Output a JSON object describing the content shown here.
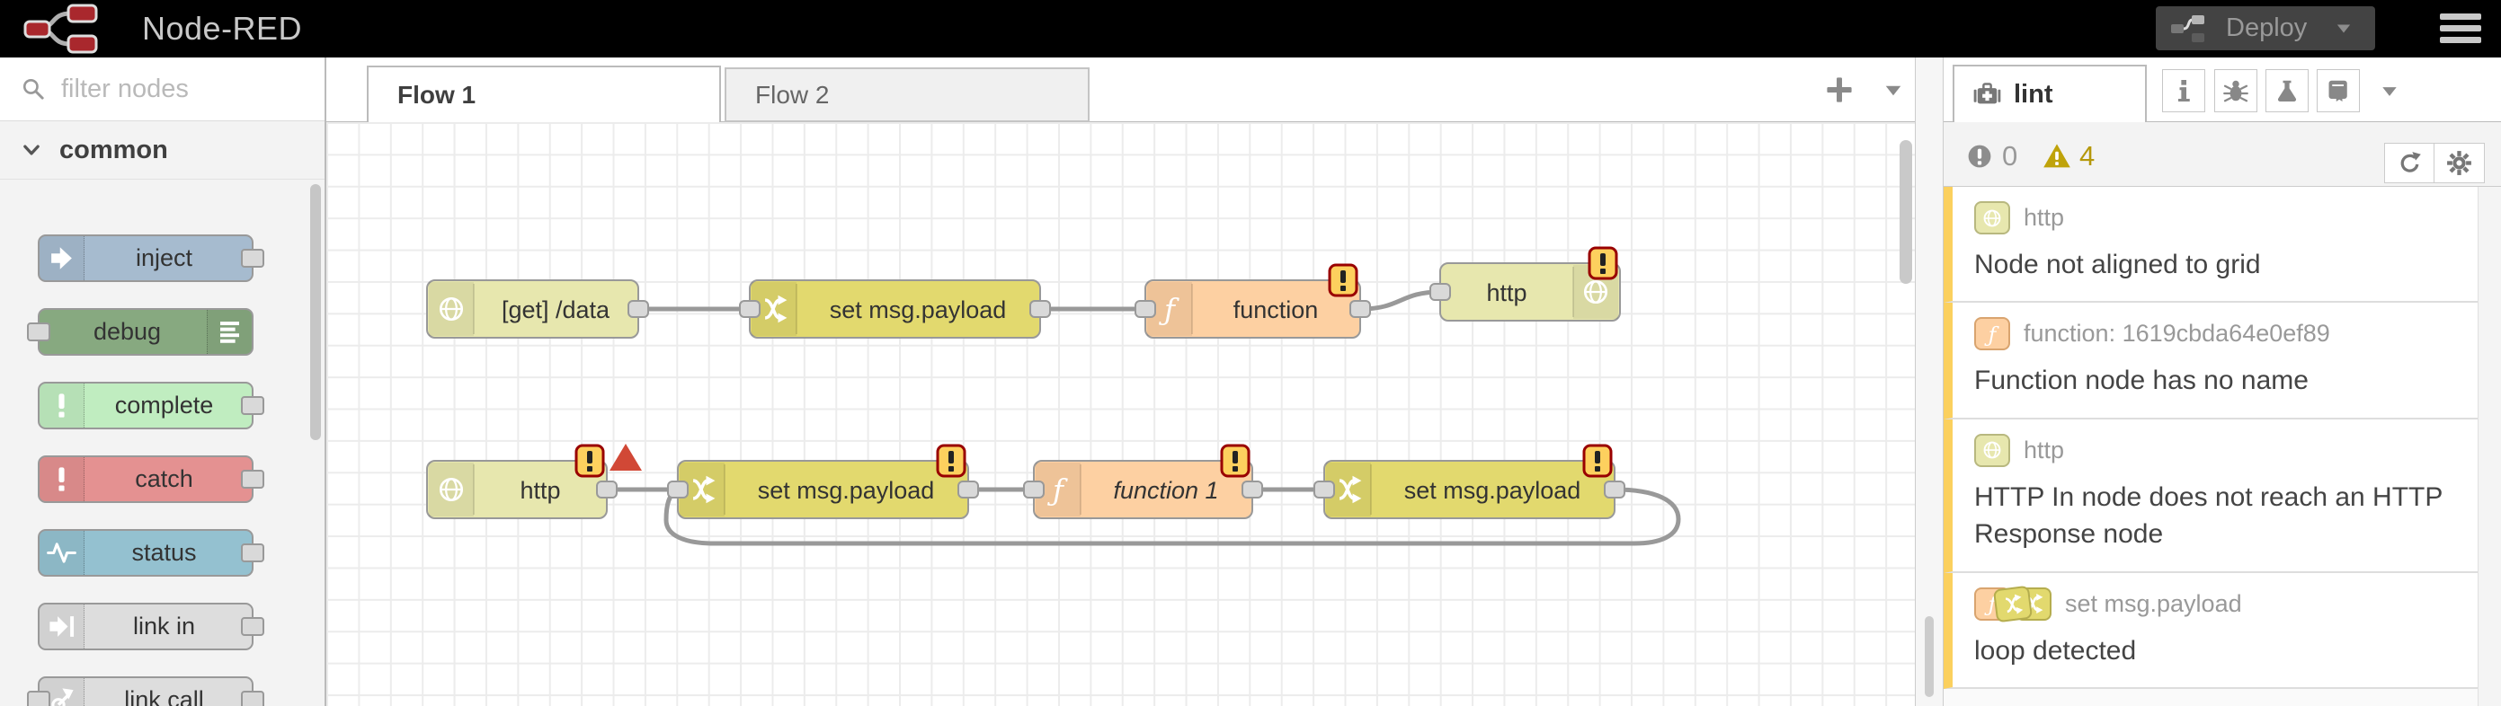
{
  "header": {
    "title": "Node-RED",
    "deploy": {
      "label": "Deploy"
    }
  },
  "palette": {
    "search_placeholder": "filter nodes",
    "category_label": "common",
    "nodes": [
      {
        "label": "inject",
        "color": "#a6bbcf"
      },
      {
        "label": "debug",
        "color": "#87a980"
      },
      {
        "label": "complete",
        "color": "#c0edc0"
      },
      {
        "label": "catch",
        "color": "#e49191"
      },
      {
        "label": "status",
        "color": "#94c1d0"
      },
      {
        "label": "link in",
        "color": "#dddddd"
      },
      {
        "label": "link call",
        "color": "#dddddd"
      }
    ]
  },
  "workspace": {
    "tabs": [
      {
        "label": "Flow 1",
        "active": true
      },
      {
        "label": "Flow 2",
        "active": false
      }
    ]
  },
  "flow": {
    "nodes": [
      {
        "label": "[get] /data",
        "type": "http in",
        "color": "#e7e7ae"
      },
      {
        "label": "set msg.payload",
        "type": "change",
        "color": "#e2d96e"
      },
      {
        "label": "function",
        "type": "function",
        "color": "#fdd0a2",
        "warning": true
      },
      {
        "label": "http",
        "type": "http response",
        "color": "#e7e7ae",
        "warning": true
      },
      {
        "label": "http",
        "type": "http in",
        "color": "#e7e7ae",
        "warning": true,
        "error": true
      },
      {
        "label": "set msg.payload",
        "type": "change",
        "color": "#e2d96e",
        "warning": true
      },
      {
        "label": "function 1",
        "type": "function",
        "color": "#fdd0a2",
        "warning": true
      },
      {
        "label": "set msg.payload",
        "type": "change",
        "color": "#e2d96e",
        "warning": true
      }
    ]
  },
  "sidebar": {
    "tab_label": "lint",
    "error_count": "0",
    "warning_count": "4",
    "entries": [
      {
        "node_label": "http",
        "message": "Node not aligned to grid"
      },
      {
        "node_label": "function: 1619cbda64e0ef89",
        "message": "Function node has no name"
      },
      {
        "node_label": "http",
        "message": "HTTP In node does not reach an HTTP Response node"
      },
      {
        "node_label": "set msg.payload",
        "message": "loop detected"
      }
    ]
  },
  "colors": {
    "header_bg": "#000000",
    "logo_red": "#a9282d",
    "deploy_bg": "#434343",
    "node_border": "#999999",
    "wire": "#999999",
    "canvas_grid": "#ececec",
    "warning_badge_fill": "#fdd05e",
    "warning_badge_border": "#990000",
    "error_triangle": "#d14836",
    "lint_warning_bar": "#fbd05e",
    "warning_count_color": "#b5980a"
  },
  "icons": {
    "search": "magnifier",
    "menu": "hamburger",
    "deploy_caret": "caret-down",
    "lint_tab": "medkit",
    "sidebar_tabs": [
      "info",
      "bug",
      "flask",
      "book"
    ],
    "stats": [
      "error-circle",
      "warning-triangle"
    ],
    "actions": [
      "refresh",
      "gear"
    ]
  }
}
